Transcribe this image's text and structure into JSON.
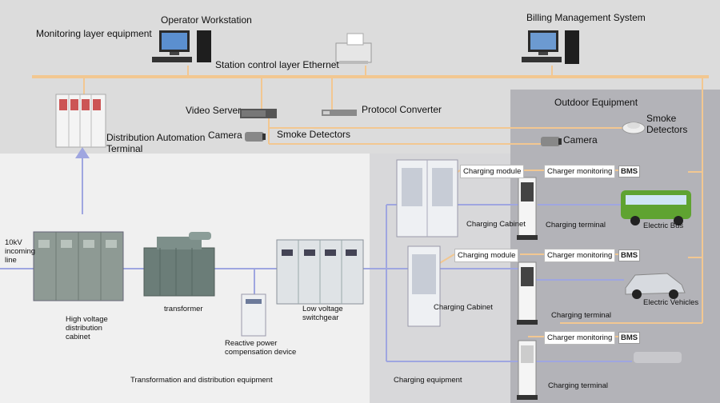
{
  "monitoring_layer": "Monitoring layer equipment",
  "operator_workstation": "Operator Workstation",
  "billing_system": "Billing Management System",
  "station_ethernet": "Station control layer Ethernet",
  "video_server": "Video Server",
  "protocol_converter": "Protocol Converter",
  "camera_left": "Camera",
  "smoke_detectors_left": "Smoke Detectors",
  "distribution_terminal": "Distribution Automation Terminal",
  "outdoor_equipment": "Outdoor Equipment",
  "smoke_detectors_right": "Smoke Detectors",
  "camera_right": "Camera",
  "incoming_line": "10kV incoming line",
  "hv_cabinet": "High voltage distribution cabinet",
  "transformer": "transformer",
  "reactive_device": "Reactive power compensation device",
  "lv_switchgear": "Low voltage switchgear",
  "transformation_section": "Transformation and distribution equipment",
  "charging_section": "Charging equipment",
  "charging_module_1": "Charging module",
  "charging_module_2": "Charging module",
  "charger_monitoring_1": "Charger monitoring",
  "charger_monitoring_2": "Charger monitoring",
  "charger_monitoring_3": "Charger monitoring",
  "bms_1": "BMS",
  "bms_2": "BMS",
  "bms_3": "BMS",
  "charging_cabinet_1": "Charging Cabinet",
  "charging_cabinet_2": "Charging Cabinet",
  "charging_terminal_1": "Charging terminal",
  "charging_terminal_2": "Charging terminal",
  "charging_terminal_3": "Charging terminal",
  "electric_bus": "Electric Bus",
  "electric_vehicles": "Electric Vehicles",
  "colors": {
    "bus_line": "#f2c791",
    "power_line": "#9fa6e0",
    "outdoor_bg": "#b3b3b8",
    "lower_bg": "#f0f0f0",
    "charging_bg": "#d8d8da"
  }
}
